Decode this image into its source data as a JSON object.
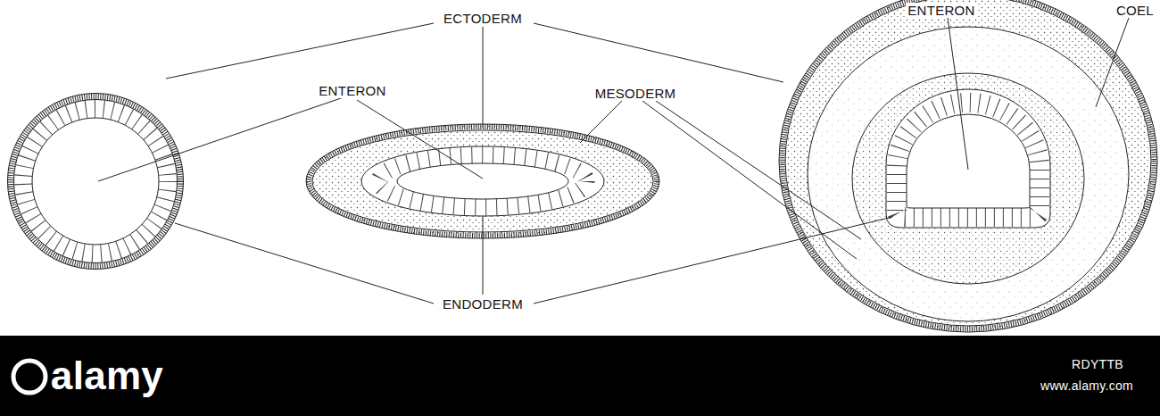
{
  "diagram": {
    "labels": [
      "ECTODERM",
      "ENTERON",
      "MESODERM",
      "ENDODERM",
      "ENTERON",
      "COEL",
      "alamy",
      "RDYTTB",
      "www.alamy.com"
    ]
  }
}
